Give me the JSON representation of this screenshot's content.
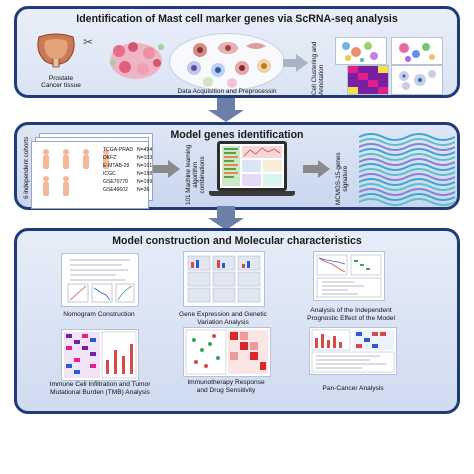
{
  "panel1": {
    "title": "Identification of Mast cell marker genes via ScRNA-seq analysis",
    "prostate_label": "Prostate\nCancer tissue",
    "acq_label": "Data Acquisition and Preprocessin",
    "cluster_label": "Cell Clustering and\nAnnotation"
  },
  "panel2": {
    "title": "Model genes identification",
    "cohorts_label": "6 independent cohorts",
    "cohorts": [
      {
        "name": "TCGA-PRAD",
        "n": "N=494"
      },
      {
        "name": "DKFZ",
        "n": "N=103"
      },
      {
        "name": "E-MTAB-28",
        "n": "N=101"
      },
      {
        "name": "ICGC",
        "n": "N=158"
      },
      {
        "name": "GSE70770",
        "n": "N=199"
      },
      {
        "name": "GSE46602",
        "n": "N=36"
      }
    ],
    "ml_label": "101 Machine learning\nalgorithm\ncombinations",
    "signature_label": "MCMGS-15-genes\nsignature"
  },
  "panel3": {
    "title": "Model construction and Molecular characteristics",
    "captions": [
      "Nomogram Construction",
      "Gene Expression and Genetic\nVariation Analysis",
      "Analysis of the Independent\nPrognostic Effect of the Model",
      "Immune Cell Infiltration and Tumor\nMutational Burden (TMB) Analysis",
      "Immunotherapy Response\nand Drug Sensitivity",
      "Pan-Cancer Analysis"
    ]
  },
  "colors": {
    "border": "#1f3b7a",
    "arrow": "#6b7fa8",
    "heat_purple": "#7a1fa2",
    "heat_pink": "#e0218a",
    "heat_red": "#d8282b",
    "heat_blue": "#2a5bd7"
  }
}
